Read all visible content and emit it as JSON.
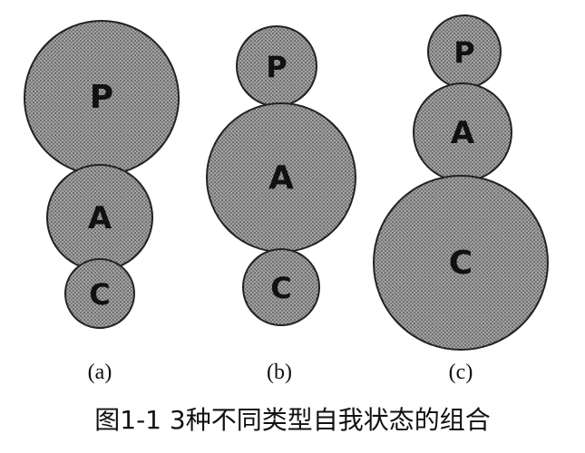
{
  "diagram": {
    "panels": [
      {
        "label": "(a)",
        "circles": [
          {
            "letter": "P"
          },
          {
            "letter": "A"
          },
          {
            "letter": "C"
          }
        ]
      },
      {
        "label": "(b)",
        "circles": [
          {
            "letter": "P"
          },
          {
            "letter": "A"
          },
          {
            "letter": "C"
          }
        ]
      },
      {
        "label": "(c)",
        "circles": [
          {
            "letter": "P"
          },
          {
            "letter": "A"
          },
          {
            "letter": "C"
          }
        ]
      }
    ],
    "caption": "图1-1   3种不同类型自我状态的组合"
  },
  "colors": {
    "circle_fill": "#8c8c8c",
    "circle_stroke": "#222222",
    "text": "#111111"
  }
}
